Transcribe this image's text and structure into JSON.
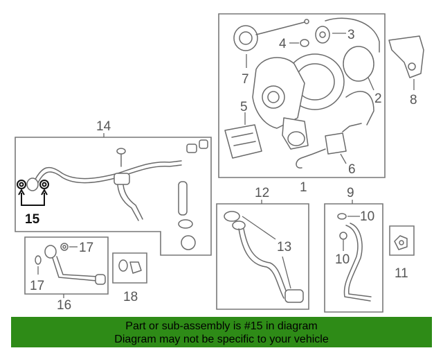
{
  "diagram": {
    "callouts": [
      "1",
      "2",
      "3",
      "4",
      "5",
      "6",
      "7",
      "8",
      "9",
      "10",
      "10",
      "11",
      "12",
      "13",
      "14",
      "15",
      "16",
      "17",
      "17",
      "18"
    ],
    "highlighted_callout": "15"
  },
  "banner": {
    "line1": "Part or sub-assembly is #15 in diagram",
    "line2": "Diagram may not be specific to your vehicle",
    "background": "#2e8b17"
  }
}
